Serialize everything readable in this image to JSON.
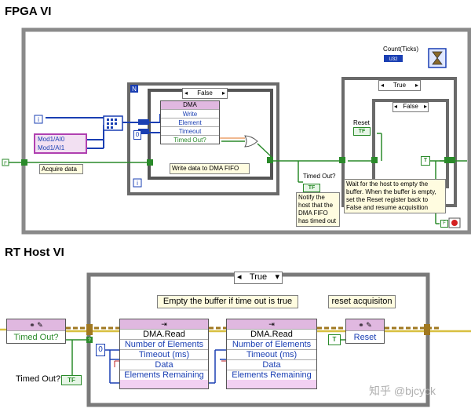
{
  "fpga": {
    "title": "FPGA VI",
    "count_label": "Count(Ticks)",
    "count_value": "U32",
    "io_nodes": [
      "Mod1/AI0",
      "Mod1/AI1"
    ],
    "acquire_label": "Acquire data",
    "dma_title": "DMA",
    "dma_rows": [
      "Write",
      "Element",
      "Timeout",
      "Timed Out?"
    ],
    "timeout_const": "0",
    "case_false": "False",
    "case_true": "True",
    "write_note": "Write data to DMA FIFO",
    "timed_out_label": "Timed Out?",
    "notify_note": "Notify the host that the DMA FIFO has timed out",
    "reset_label": "Reset",
    "wait_note": "Wait for the host to empty the buffer. When the buffer is empty, set the Reset register back to False and resume acquisition",
    "bool_tf": "TF",
    "bool_t": "T",
    "bool_f": "F",
    "loop_n": "N",
    "loop_i": "i"
  },
  "rt": {
    "title": "RT Host VI",
    "case_true": "True",
    "empty_note": "Empty the buffer if time out is true",
    "reset_note": "reset acquisiton",
    "timed_out_prop": "Timed Out?",
    "timed_out_label": "Timed Out?",
    "bool_tf": "TF",
    "timeout_const": "0",
    "dma_read_1": {
      "title": "DMA.Read",
      "rows": [
        "Number of Elements",
        "Timeout (ms)",
        "Data",
        "Elements Remaining"
      ]
    },
    "dma_read_2": {
      "title": "DMA.Read",
      "rows": [
        "Number of Elements",
        "Timeout (ms)",
        "Data",
        "Elements Remaining"
      ]
    },
    "reset_prop": "Reset",
    "bool_t": "T"
  },
  "watermark": "知乎 @bjcyck",
  "colors": {
    "wire_green": "#2a8a2a",
    "wire_blue": "#1a3fb3",
    "pink": "#e8b4e8",
    "orange_wire": "#e07020"
  }
}
